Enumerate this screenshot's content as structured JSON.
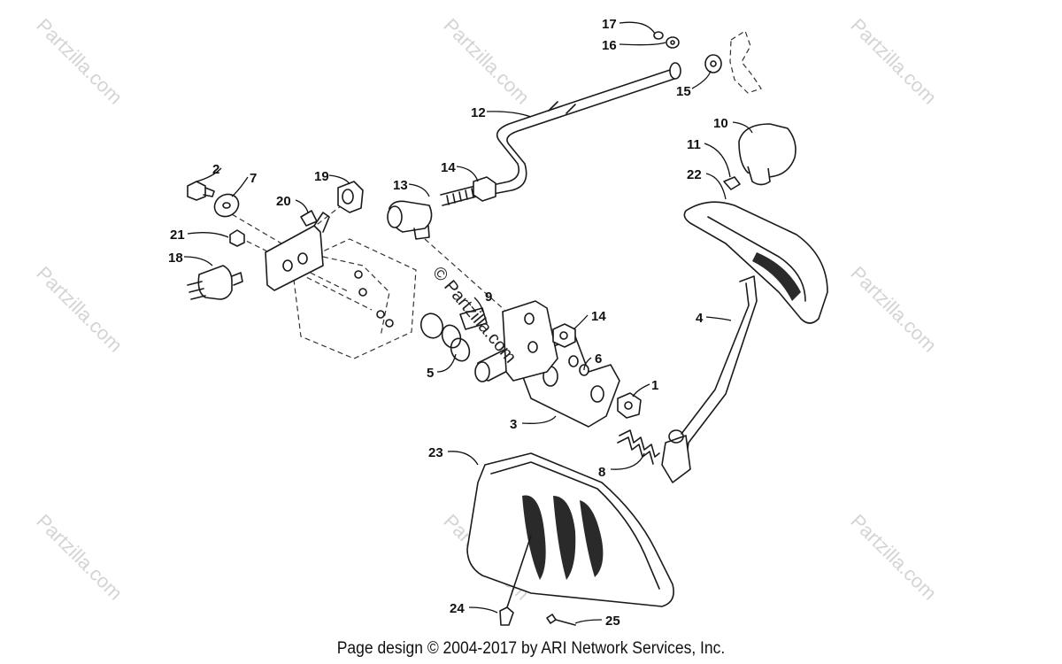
{
  "watermark": "Partzilla.com",
  "watermark_center": "© Partzilla.com",
  "footer": "Page design © 2004-2017 by ARI Network Services, Inc.",
  "callouts": {
    "c1": "1",
    "c2": "2",
    "c3": "3",
    "c4": "4",
    "c5": "5",
    "c6": "6",
    "c7": "7",
    "c8": "8",
    "c9": "9",
    "c10": "10",
    "c11": "11",
    "c12": "12",
    "c13": "13",
    "c14a": "14",
    "c14b": "14",
    "c15": "15",
    "c16": "16",
    "c17": "17",
    "c18": "18",
    "c19": "19",
    "c20": "20",
    "c21": "21",
    "c22": "22",
    "c23": "23",
    "c24": "24",
    "c25": "25"
  }
}
